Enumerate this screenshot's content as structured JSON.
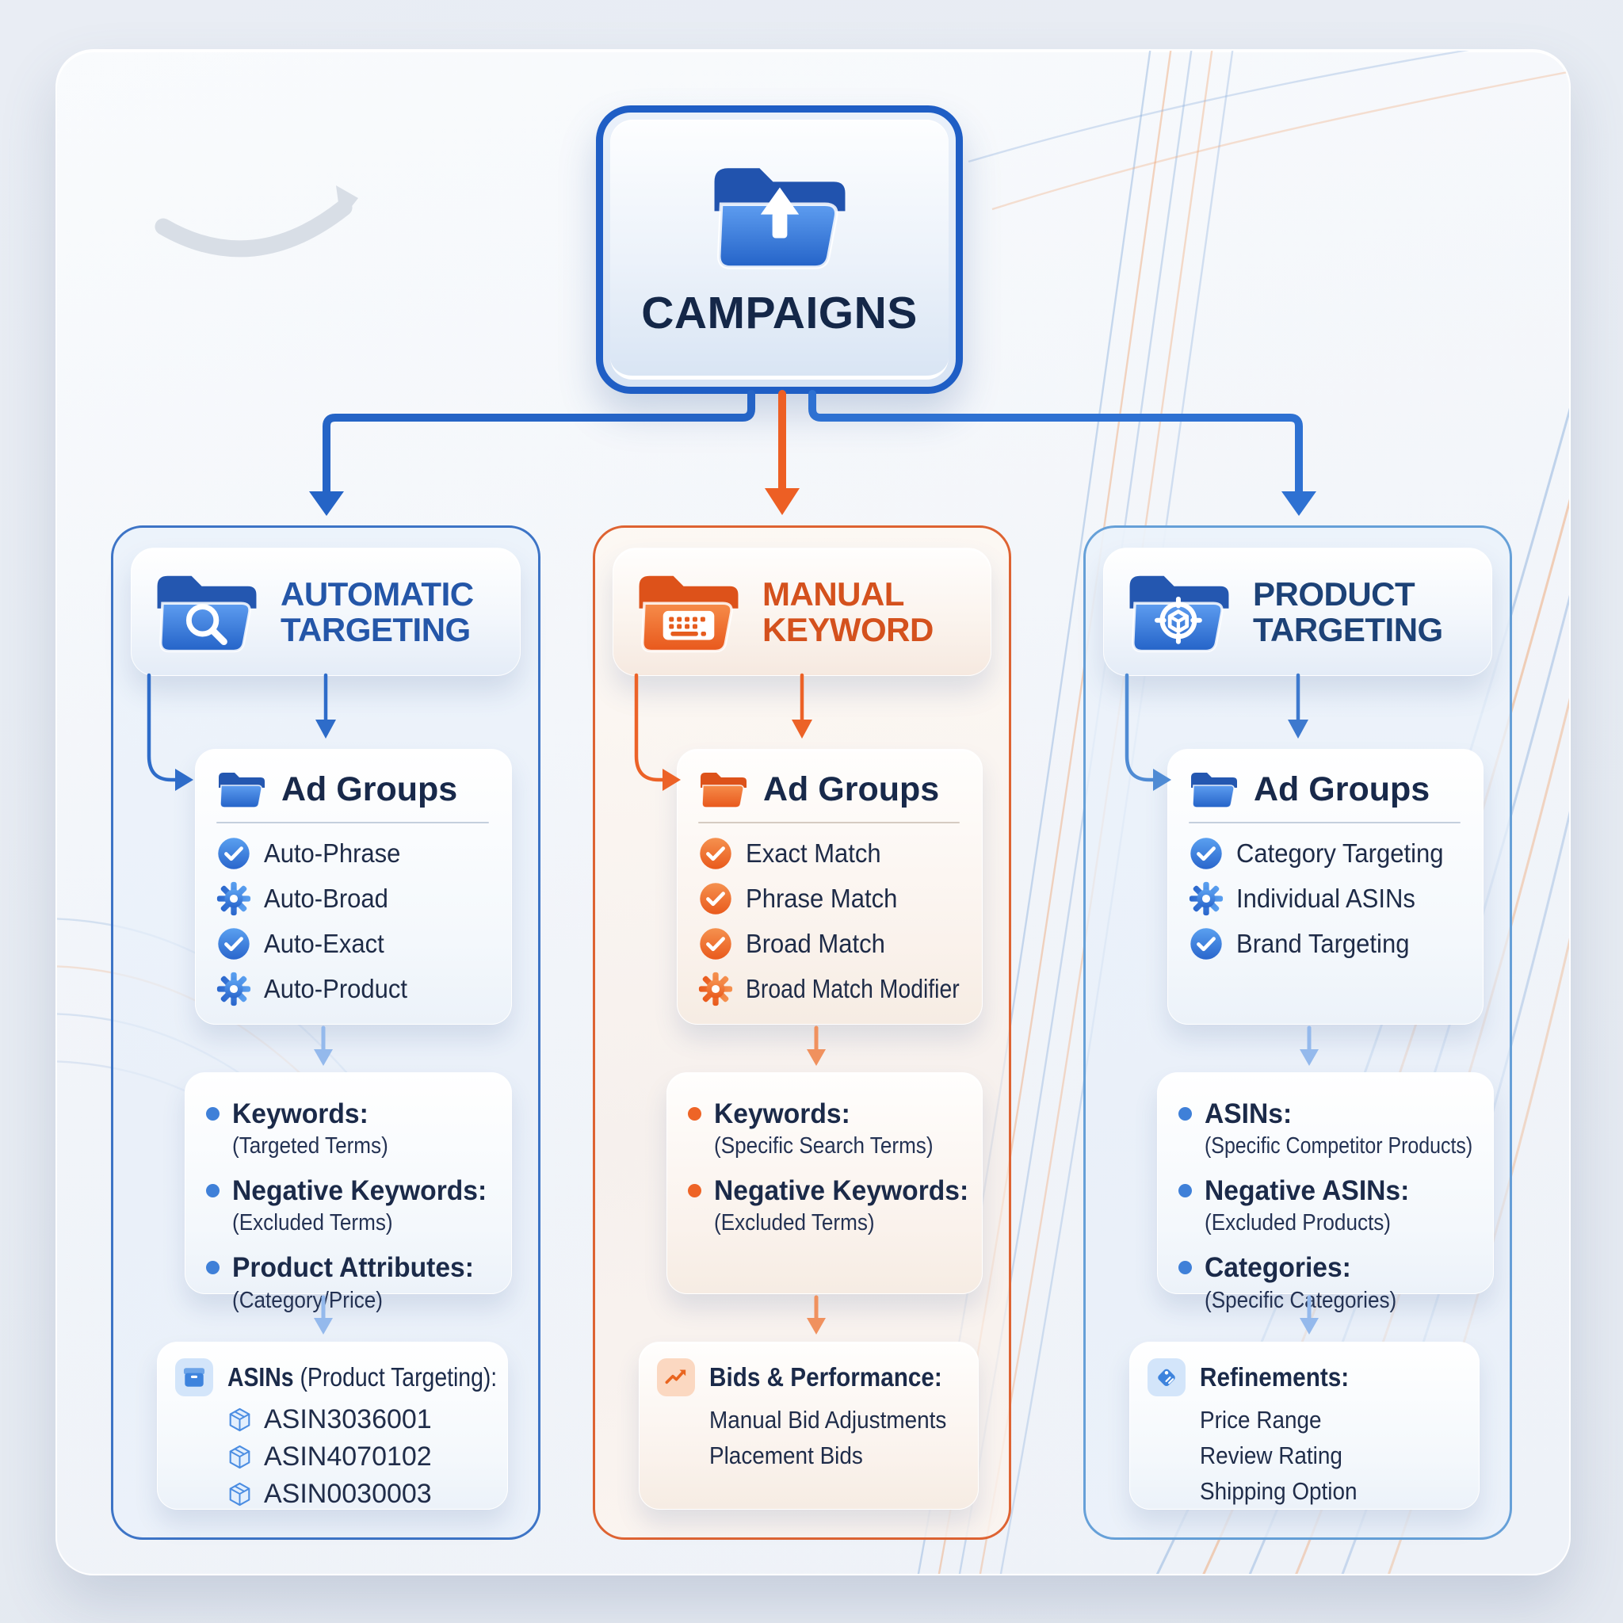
{
  "colors": {
    "blue": "#2b68c8",
    "orange": "#ec5f24",
    "navy_text": "#1b2a49",
    "light_blue_border": "#66a0d8",
    "blue_border": "#3d74c6",
    "orange_border": "#de6332"
  },
  "watermark": {
    "icon": "amazon-smile-swoosh-icon"
  },
  "root": {
    "label": "CAMPAIGNS",
    "icon": "folder-upload-icon"
  },
  "columns": [
    {
      "id": "automatic-targeting",
      "accent": "#2b68c8",
      "title_line1": "AUTOMATIC",
      "title_line2": "TARGETING",
      "header_icon": "folder-search-icon",
      "ad_groups": {
        "icon": "folder-icon",
        "title": "Ad Groups",
        "items": [
          {
            "icon": "check-circle-icon",
            "label": "Auto-Phrase"
          },
          {
            "icon": "gear-icon",
            "label": "Auto-Broad"
          },
          {
            "icon": "check-circle-icon",
            "label": "Auto-Exact"
          },
          {
            "icon": "gear-icon",
            "label": "Auto-Product"
          }
        ]
      },
      "details": [
        {
          "title": "Keywords:",
          "subtitle": "(Targeted Terms)"
        },
        {
          "title": "Negative Keywords:",
          "subtitle": "(Excluded Terms)"
        },
        {
          "title": "Product Attributes:",
          "subtitle": "(Category/Price)"
        }
      ],
      "footer": {
        "icon": "archive-box-icon",
        "title": "ASINs",
        "title_suffix": " (Product Targeting):",
        "items": [
          {
            "icon": "package-cube-icon",
            "label": "ASIN3036001"
          },
          {
            "icon": "package-cube-icon",
            "label": "ASIN4070102"
          },
          {
            "icon": "package-cube-icon",
            "label": "ASIN0030003"
          }
        ]
      }
    },
    {
      "id": "manual-keyword",
      "accent": "#ec5f24",
      "title_line1": "MANUAL",
      "title_line2": "KEYWORD",
      "header_icon": "folder-keyboard-icon",
      "ad_groups": {
        "icon": "folder-icon",
        "title": "Ad Groups",
        "items": [
          {
            "icon": "check-circle-icon",
            "label": "Exact Match"
          },
          {
            "icon": "check-circle-icon",
            "label": "Phrase Match"
          },
          {
            "icon": "check-circle-icon",
            "label": "Broad Match"
          },
          {
            "icon": "gear-icon",
            "label": "Broad Match Modifier"
          }
        ]
      },
      "details": [
        {
          "title": "Keywords:",
          "subtitle": "(Specific Search Terms)"
        },
        {
          "title": "Negative Keywords:",
          "subtitle": "(Excluded Terms)"
        }
      ],
      "footer": {
        "icon": "trend-up-icon",
        "title": "Bids & Performance:",
        "lines": [
          "Manual Bid Adjustments",
          "Placement Bids"
        ]
      }
    },
    {
      "id": "product-targeting",
      "accent": "#2b68c8",
      "title_line1": "PRODUCT",
      "title_line2": "TARGETING",
      "header_icon": "folder-target-icon",
      "ad_groups": {
        "icon": "folder-icon",
        "title": "Ad Groups",
        "items": [
          {
            "icon": "check-circle-icon",
            "label": "Category Targeting"
          },
          {
            "icon": "gear-icon",
            "label": "Individual ASINs"
          },
          {
            "icon": "check-circle-icon",
            "label": "Brand Targeting"
          }
        ]
      },
      "details": [
        {
          "title": "ASINs:",
          "subtitle": "(Specific Competitor Products)"
        },
        {
          "title": "Negative ASINs:",
          "subtitle": "(Excluded Products)"
        },
        {
          "title": "Categories:",
          "subtitle": "(Specific Categories)"
        }
      ],
      "footer": {
        "icon": "tag-icon",
        "title": "Refinements:",
        "lines": [
          "Price Range",
          "Review Rating",
          "Shipping Option"
        ]
      }
    }
  ]
}
